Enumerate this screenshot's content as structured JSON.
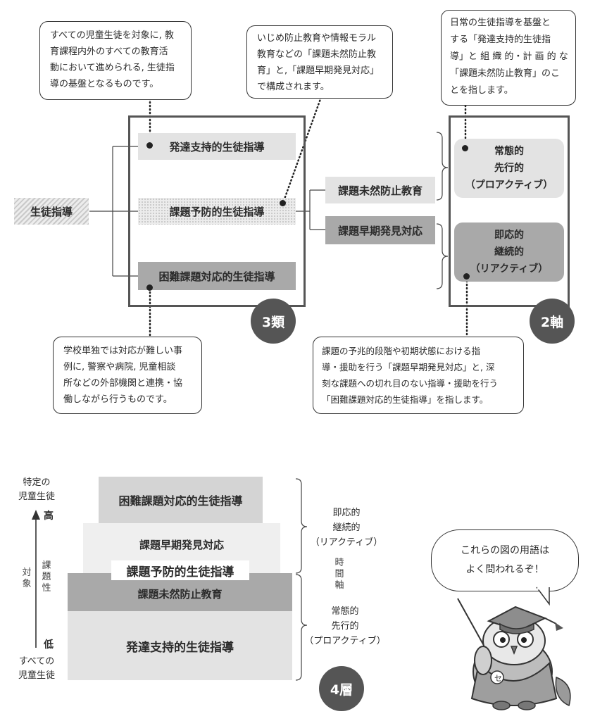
{
  "top": {
    "callout_1": [
      "すべての児童生徒を対象に, 教",
      "育課程内外のすべての教育活",
      "動において進められる, 生徒指",
      "導の基盤となるものです。"
    ],
    "callout_2": [
      "いじめ防止教育や情報モラル",
      "教育などの「課題未然防止教",
      "育」と,「課題早期発見対応」",
      "で構成されます。"
    ],
    "callout_3": [
      "日常の生徒指導を基盤と",
      "する「発達支持的生徒指",
      "導」と 組 織 的・計 画 的 な",
      "「課題未然防止教育」のこ",
      "とを指します。"
    ],
    "callout_4": [
      "学校単独では対応が難しい事",
      "例に, 警察や病院, 児童相談",
      "所などの外部機関と連携・協",
      "働しながら行うものです。"
    ],
    "callout_5": [
      "課題の予兆的段階や初期状態における指",
      "導・援助を行う「課題早期発見対応」と, 深",
      "刻な課題への切れ目のない指導・援助を行う",
      "「困難課題対応的生徒指導」を指します。"
    ],
    "root": "生徒指導",
    "type_1": "発達支持的生徒指導",
    "type_2": "課題予防的生徒指導",
    "type_3": "困難課題対応的生徒指導",
    "sub_1": "課題未然防止教育",
    "sub_2": "課題早期発見対応",
    "axis_1": [
      "常態的",
      "先行的",
      "（プロアクティブ）"
    ],
    "axis_2": [
      "即応的",
      "継続的",
      "（リアクティブ）"
    ],
    "badge_3": "3類",
    "badge_2": "2軸"
  },
  "bottom": {
    "top_label": [
      "特定の",
      "児童生徒"
    ],
    "high": "高",
    "low": "低",
    "bottom_label": [
      "すべての",
      "児童生徒"
    ],
    "left_v1": "対象",
    "left_v2": "課題性",
    "layers": {
      "l4": "困難課題対応的生徒指導",
      "l3": "課題早期発見対応",
      "l2_label": "課題予防的生徒指導",
      "l2": "課題未然防止教育",
      "l1": "発達支持的生徒指導"
    },
    "right_upper": [
      "即応的",
      "継続的",
      "（リアクティブ）"
    ],
    "time_axis": "時間軸",
    "right_lower": [
      "常態的",
      "先行的",
      "（プロアクティブ）"
    ],
    "badge_4": "4層",
    "speech": [
      "これらの図の用語は",
      "よく問われるぞ！"
    ]
  }
}
